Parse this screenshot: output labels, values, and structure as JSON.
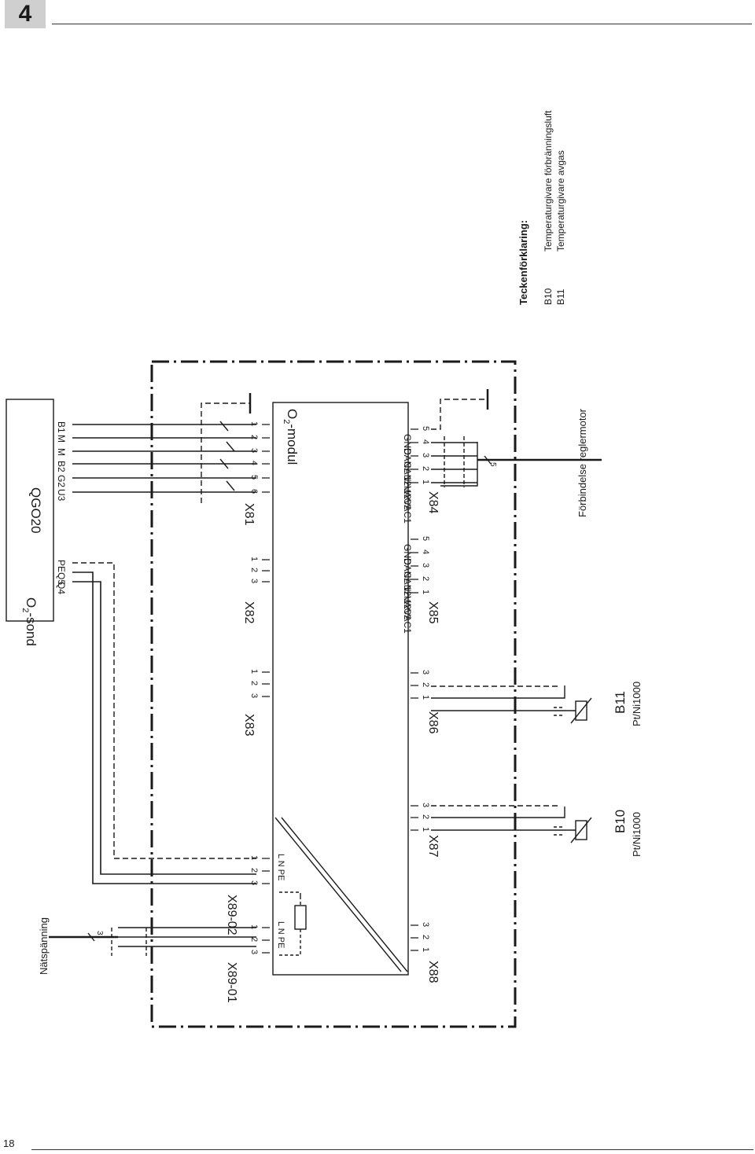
{
  "chapter_number": "4",
  "page_number": "18",
  "probe": {
    "title_prefix": "O",
    "title_sub": "2",
    "title_suffix": "-sond",
    "model": "QGO20",
    "terminals": [
      "Q4",
      "Q5",
      "PE",
      "U3",
      "G2",
      "B2",
      "M",
      "M",
      "B1"
    ]
  },
  "module": {
    "title_prefix": "O",
    "title_sub": "2",
    "title_suffix": "-modul"
  },
  "connectors": {
    "x81": {
      "label": "X81",
      "pins": [
        "1",
        "2",
        "3",
        "4",
        "5",
        "6"
      ]
    },
    "x82": {
      "label": "X82",
      "pins": [
        "1",
        "2",
        "3"
      ]
    },
    "x83": {
      "label": "X83",
      "pins": [
        "1",
        "2",
        "3"
      ]
    },
    "x89_02": {
      "label": "X89-02",
      "pins": [
        "1",
        "2",
        "3"
      ],
      "pin_names": "L  N  PE"
    },
    "x89_01": {
      "label": "X89-01",
      "pins": [
        "1",
        "2",
        "3"
      ],
      "pin_names": "L  N  PE"
    },
    "x84": {
      "label": "X84",
      "pins": [
        "1",
        "2",
        "3",
        "4",
        "5"
      ],
      "signals": [
        "12VAC1",
        "12VAC2",
        "CANH",
        "CANL",
        "GND"
      ]
    },
    "x85": {
      "label": "X85",
      "pins": [
        "1",
        "2",
        "3",
        "4",
        "5"
      ],
      "signals": [
        "12VAC1",
        "12VAC2",
        "CANH",
        "CANL",
        "GND"
      ]
    },
    "x86": {
      "label": "X86",
      "pins": [
        "1",
        "2",
        "3"
      ]
    },
    "x87": {
      "label": "X87",
      "pins": [
        "1",
        "2",
        "3"
      ]
    },
    "x88": {
      "label": "X88",
      "pins": [
        "1",
        "2",
        "3"
      ]
    }
  },
  "sensors": {
    "b11": {
      "label": "B11",
      "type": "Pt/Ni1000"
    },
    "b10": {
      "label": "B10",
      "type": "Pt/Ni1000"
    }
  },
  "mains_label": "Nätspänning",
  "mains_wire_count": "3",
  "can_wire_count": "5",
  "motor_connection_label": "Förbindelse reglermotor",
  "legend": {
    "title": "Teckenförklaring:",
    "items": [
      {
        "code": "B10",
        "text": "Temperaturgivare förbränningsluft"
      },
      {
        "code": "B11",
        "text": "Temperaturgivare avgas"
      }
    ]
  }
}
